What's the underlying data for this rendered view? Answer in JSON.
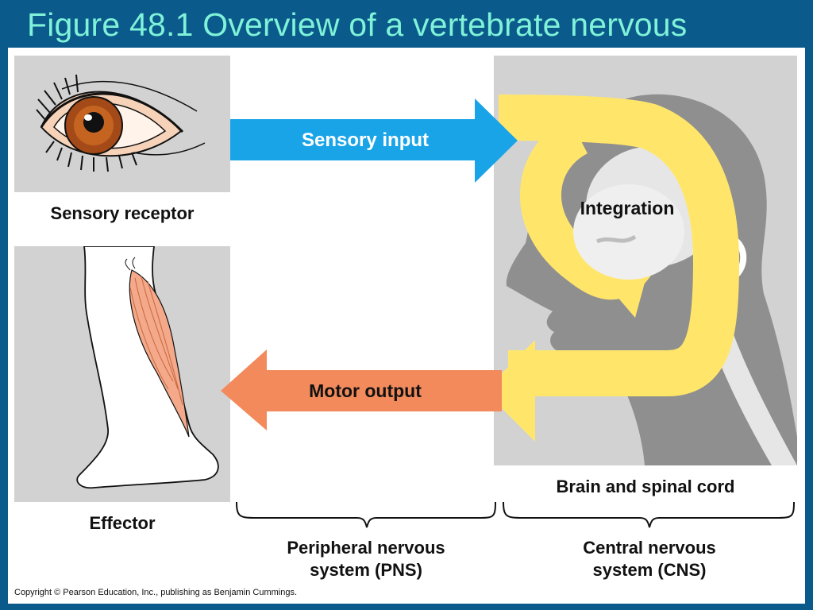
{
  "title": "Figure 48.1  Overview of a vertebrate nervous",
  "labels": {
    "sensory_input": "Sensory input",
    "integration": "Integration",
    "motor_output": "Motor output",
    "sensory_receptor": "Sensory receptor",
    "effector": "Effector",
    "brain_spinal": "Brain and spinal cord",
    "pns_line1": "Peripheral nervous",
    "pns_line2": "system (PNS)",
    "cns_line1": "Central nervous",
    "cns_line2": "system (CNS)"
  },
  "copyright": "Copyright © Pearson Education, Inc., publishing as Benjamin Cummings.",
  "colors": {
    "background": "#0b5a8c",
    "title": "#7ff2d8",
    "sensory_arrow": "#1aa4e8",
    "motor_arrow": "#f28a5c",
    "integration_arrow": "#ffe66b",
    "silhouette": "#8f8f8f"
  },
  "icons": [
    "eye-icon",
    "leg-icon",
    "head-silhouette-icon"
  ]
}
